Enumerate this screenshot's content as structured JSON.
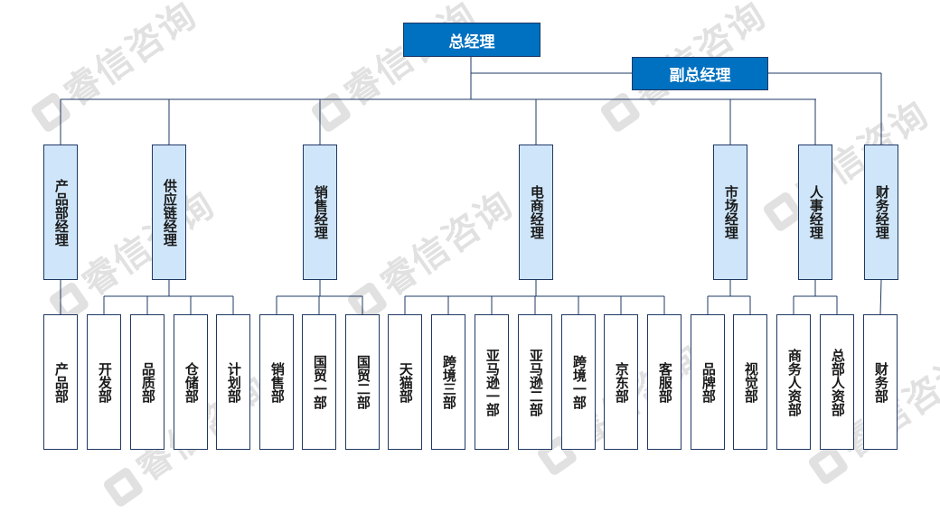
{
  "watermark": "睿信咨询",
  "colors": {
    "line": "#1f3864",
    "top_fill": "#0070c0",
    "manager_fill": "#cfe6fa",
    "dept_fill": "#ffffff"
  },
  "top": {
    "ceo": "总经理",
    "deputy": "副总经理"
  },
  "managers": [
    {
      "label": "产品部经理",
      "depts": [
        "产品部"
      ]
    },
    {
      "label": "供应链经理",
      "depts": [
        "开发部",
        "品质部",
        "仓储部",
        "计划部"
      ]
    },
    {
      "label": "销售经理",
      "depts": [
        "销售部",
        "国贸一部",
        "国贸二部"
      ]
    },
    {
      "label": "电商经理",
      "depts": [
        "天猫部",
        "跨境三部",
        "亚马逊一部",
        "亚马逊二部",
        "跨境一部",
        "京东部",
        "客服部"
      ]
    },
    {
      "label": "市场经理",
      "depts": [
        "品牌部",
        "视觉部"
      ]
    },
    {
      "label": "人事经理",
      "depts": [
        "商务人资部",
        "总部人资部"
      ]
    },
    {
      "label": "财务经理",
      "depts": [
        "财务部"
      ]
    }
  ]
}
